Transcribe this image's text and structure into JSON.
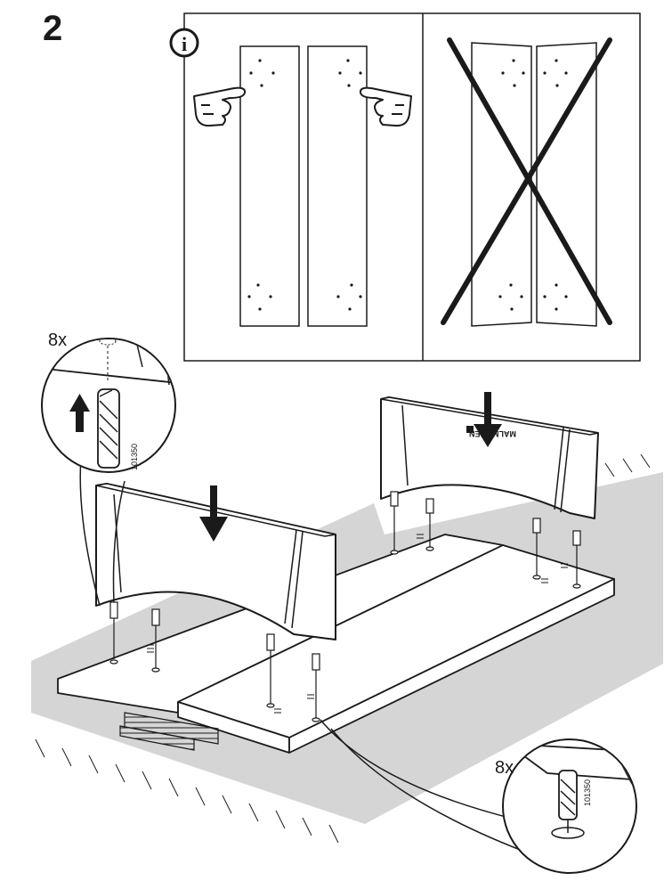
{
  "step": {
    "number": "2"
  },
  "info_panel": {
    "icon": "info-icon"
  },
  "callout_left": {
    "quantity": "8x",
    "part_number": "101350"
  },
  "callout_right": {
    "quantity": "8x",
    "part_number": "101350"
  },
  "board_back": {
    "printed_text": "MALMGREN"
  },
  "colors": {
    "line": "#1a1a1a",
    "floor": "#d4d4d4",
    "panel": "#ffffff"
  }
}
